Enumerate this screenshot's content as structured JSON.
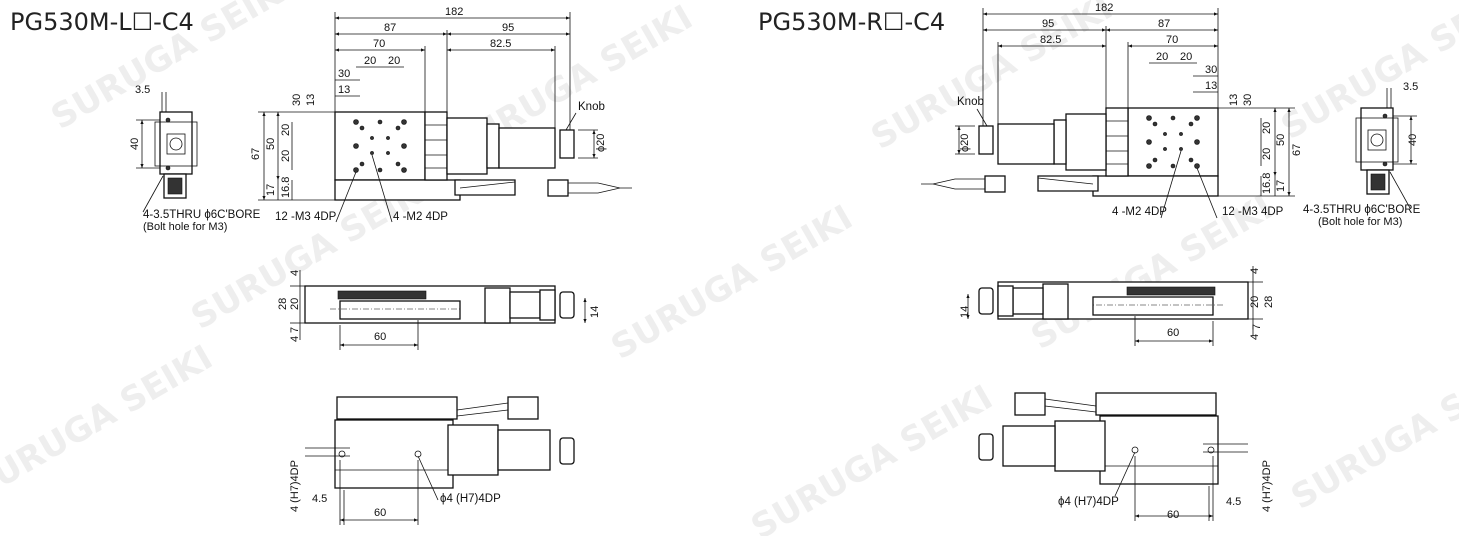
{
  "watermark": "SURUGA SEIKI",
  "left": {
    "title": "PG530M-L☐-C4",
    "top_view": {
      "dims_horizontal": [
        "182",
        "87",
        "95",
        "70",
        "82.5",
        "20",
        "20",
        "30",
        "13"
      ],
      "dims_vertical": [
        "30",
        "13",
        "20",
        "20",
        "50",
        "67",
        "17",
        "16.8"
      ],
      "knob_label": "Knob",
      "knob_dia": "ϕ20",
      "callout_m3": "12 -M3 4DP",
      "callout_m2": "4 -M2 4DP"
    },
    "end_view": {
      "dim_width": "3.5",
      "dim_height": "40",
      "note_line1": "4-3.5THRU ϕ6C'BORE",
      "note_line2": "(Bolt hole for M3)"
    },
    "side_view": {
      "dims": [
        "4",
        "28",
        "20",
        "7",
        "4",
        "60",
        "14"
      ]
    },
    "bottom_view": {
      "pin_depth": "4 (H7)4DP",
      "offset": "4.5",
      "pitch": "60",
      "pin_callout": "ϕ4 (H7)4DP"
    }
  },
  "right": {
    "title": "PG530M-R☐-C4",
    "top_view": {
      "dims_horizontal": [
        "182",
        "95",
        "87",
        "82.5",
        "70",
        "20",
        "20",
        "30",
        "13"
      ],
      "dims_vertical": [
        "13",
        "30",
        "20",
        "20",
        "50",
        "67",
        "16.8",
        "17"
      ],
      "knob_label": "Knob",
      "knob_dia": "ϕ20",
      "callout_m2": "4 -M2 4DP",
      "callout_m3": "12 -M3 4DP"
    },
    "end_view": {
      "dim_width": "3.5",
      "dim_height": "40",
      "note_line1": "4-3.5THRU ϕ6C'BORE",
      "note_line2": "(Bolt hole for M3)"
    },
    "side_view": {
      "dims": [
        "4",
        "20",
        "28",
        "7",
        "4",
        "60",
        "14"
      ]
    },
    "bottom_view": {
      "pin_callout": "ϕ4 (H7)4DP",
      "pitch": "60",
      "offset": "4.5",
      "pin_depth": "4 (H7)4DP"
    }
  }
}
